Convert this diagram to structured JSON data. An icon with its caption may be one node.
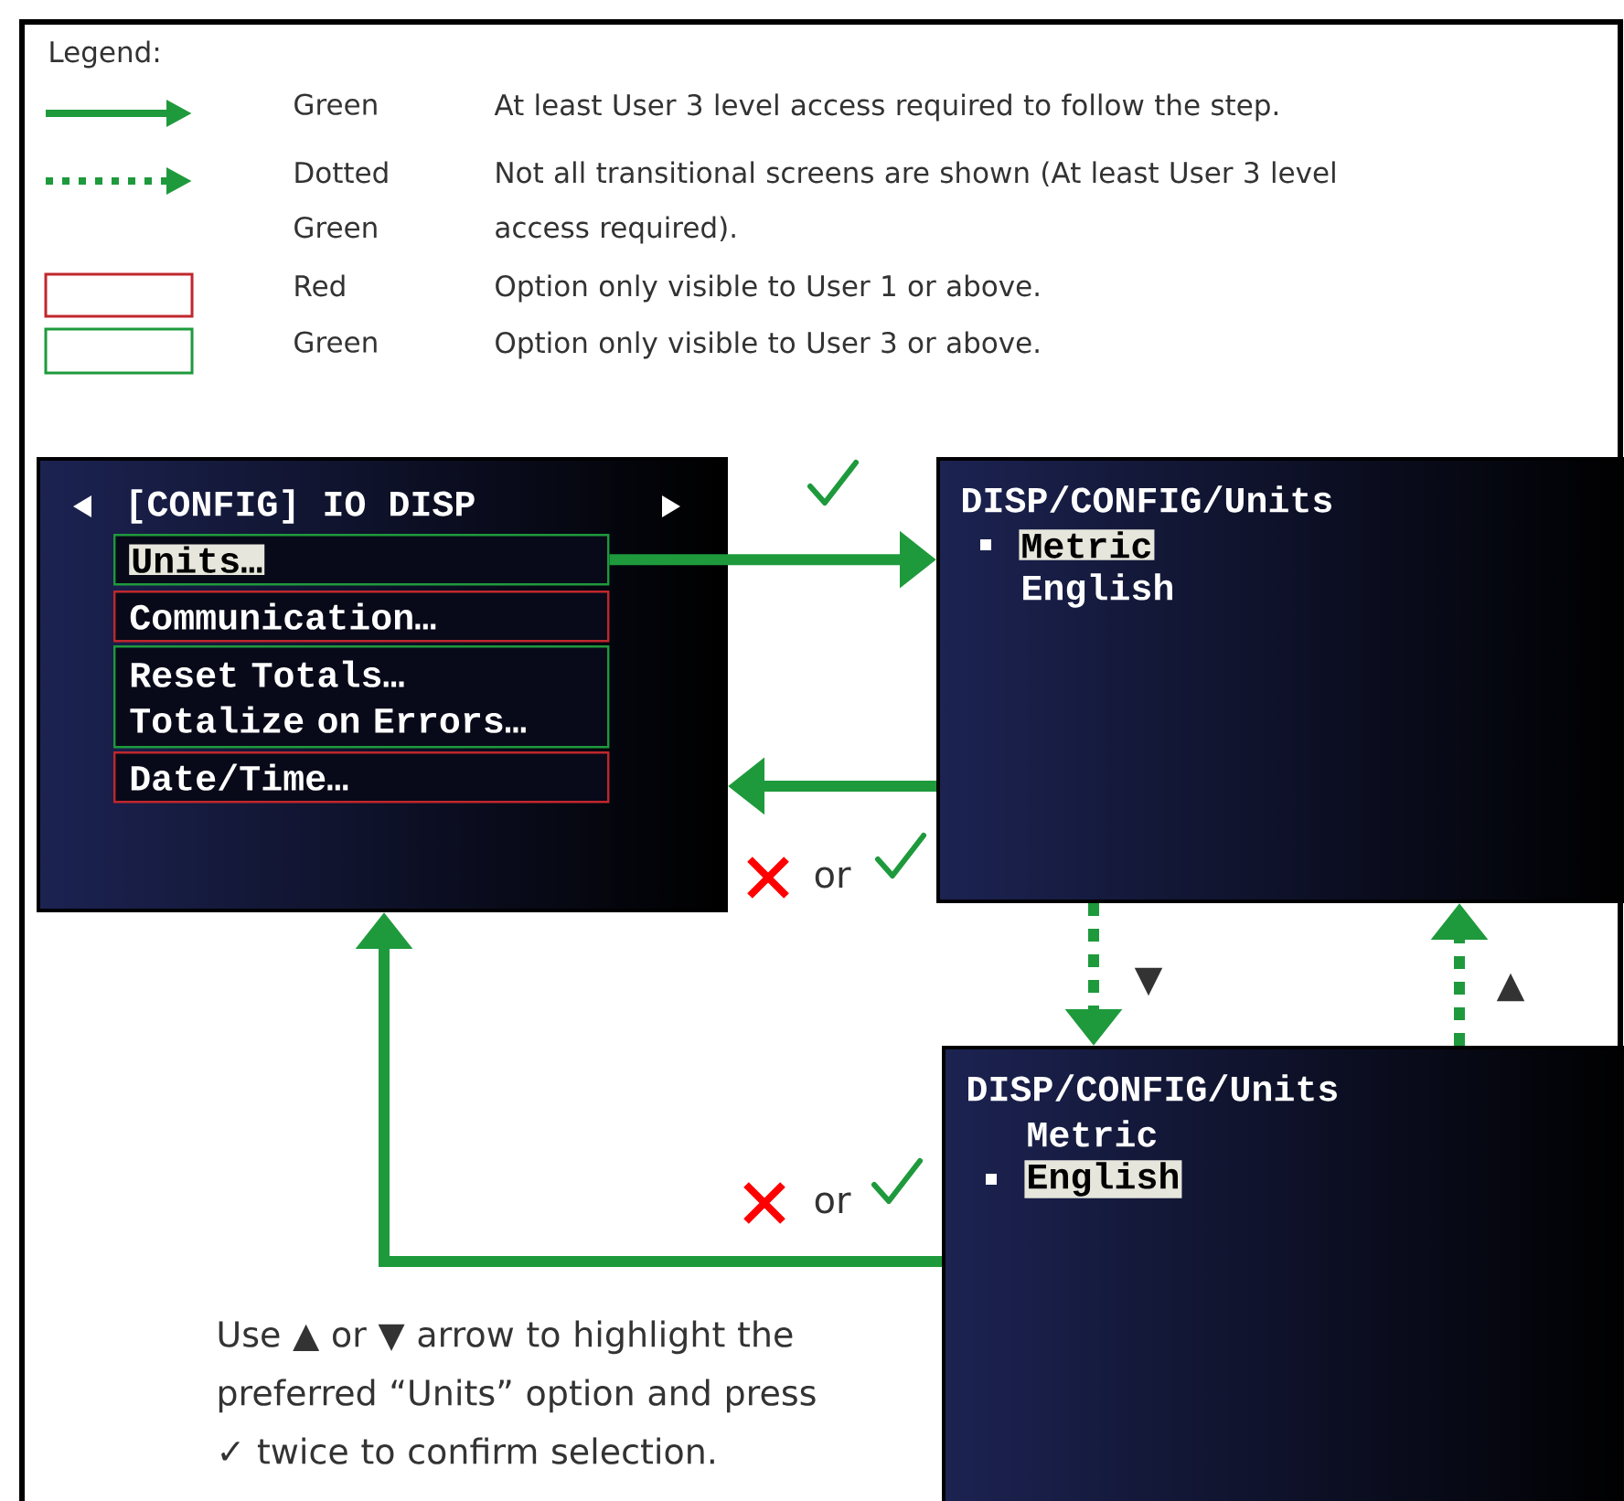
{
  "diagram": {
    "nodes": [
      {
        "text": [
          "[CONFIG]   IO     DISP"
        ]
      },
      {
        "text": [
          "Units…"
        ],
        "in": 0
      },
      {
        "text": [
          "Communication…"
        ],
        "in": 0
      },
      {
        "text": [
          "Reset Totals…",
          "Totalize on Errors…"
        ],
        "in": 0
      },
      {
        "text": [
          "Date/Time…"
        ],
        "in": 0
      },
      {
        "text": [
          "DISP/CONFIG/Units",
          "Metric",
          "English"
        ]
      },
      {
        "text": [
          "DISP/CONFIG/Units",
          "Metric",
          "English"
        ]
      }
    ],
    "edges": [
      {
        "from": 1,
        "to": 5,
        "arrow": "to"
      },
      {
        "from": 5,
        "to": 0,
        "arrow": "to",
        "label": "or"
      },
      {
        "from": 5,
        "to": 6,
        "arrow": "to",
        "style": "dashed",
        "label": "▼"
      },
      {
        "from": 6,
        "to": 5,
        "arrow": "to",
        "style": "dashed",
        "label": "▲"
      },
      {
        "from": 6,
        "to": 0,
        "arrow": "to",
        "label": "or"
      }
    ],
    "labels": [
      "Legend:",
      "Green",
      "Dotted Green",
      "Red",
      "Green",
      "Use ▲ or ▼ arrow to highlight the preferred “Units” option and press ✓ twice to confirm selection."
    ],
    "legend": [
      {
        "text": "At least User 3 level access required to follow the step."
      },
      {
        "text": "Not all transitional screens are shown (At least User 3 level access required)."
      },
      {
        "text": "Option only visible to User 1 or above."
      },
      {
        "text": "Option only visible to User 3 or above."
      }
    ]
  }
}
